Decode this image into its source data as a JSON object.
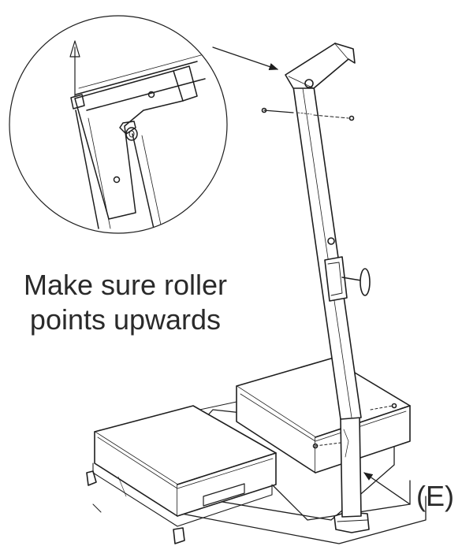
{
  "caption": {
    "line1": "Make sure roller",
    "line2": "points upwards"
  },
  "part_label": "(E)",
  "colors": {
    "line": "#1e1e1e",
    "text": "#2a2a2a",
    "background": "#ffffff"
  },
  "icons": {
    "detail_arrow": "up-arrow",
    "pointer_to_frame": "arrow",
    "pointer_to_part": "arrow"
  }
}
